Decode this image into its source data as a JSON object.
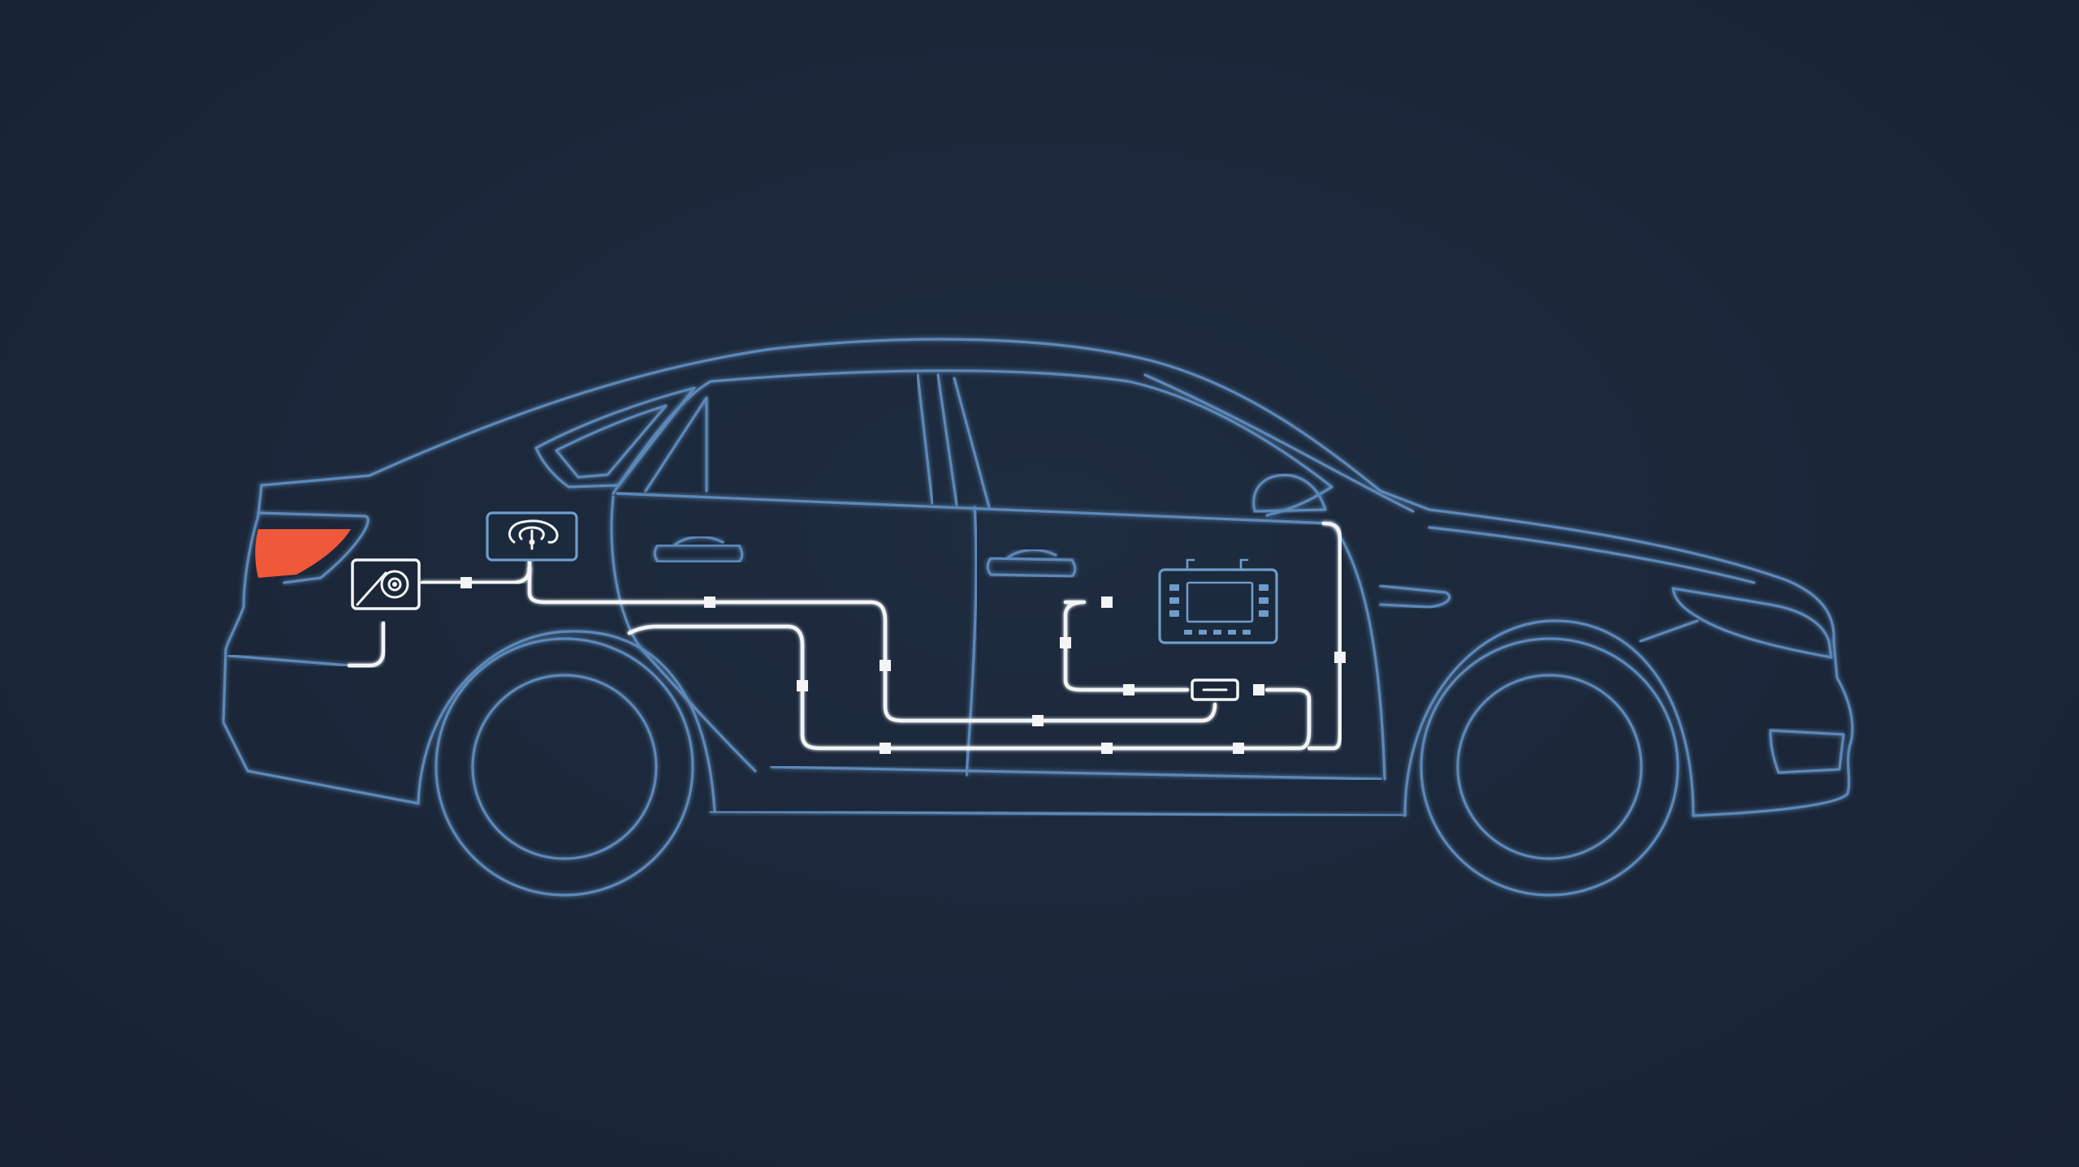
{
  "colors": {
    "background": "#1b2739",
    "line_blue": "#5b88b8",
    "wire_white": "#f2f4f6",
    "comp_blue": "#6e9ccc",
    "taillight_red": "#f0583a"
  },
  "components": [
    {
      "id": "camera-module",
      "icon": "camera-icon"
    },
    {
      "id": "sensor-module",
      "icon": "sensor-icon"
    },
    {
      "id": "head-unit",
      "icon": "display-unit-icon"
    },
    {
      "id": "inline-fuse",
      "icon": "fuse-icon"
    }
  ]
}
